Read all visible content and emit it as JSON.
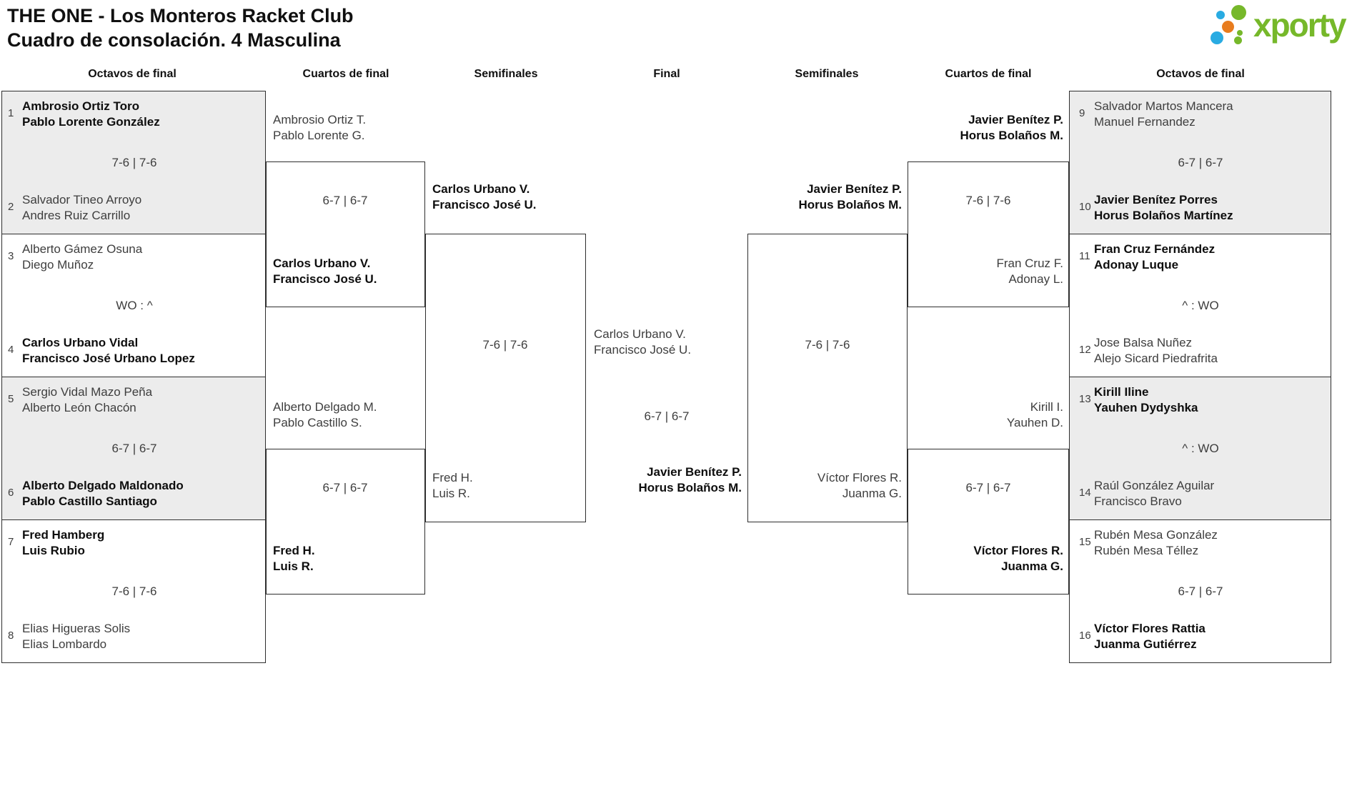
{
  "title": {
    "line1": "THE ONE - Los Monteros Racket Club",
    "line2": "Cuadro de consolación. 4 Masculina"
  },
  "logo": {
    "text": "xporty",
    "colors": {
      "green": "#76b82a",
      "blue": "#29abe2",
      "orange": "#e87c1e"
    }
  },
  "colors": {
    "box_fill_gray": "#ececec",
    "line": "#2e2e2e",
    "text": "#3e3e3e",
    "winner_text": "#0e0e0e"
  },
  "headers": [
    "Octavos de final",
    "Cuartos de final",
    "Semifinales",
    "Final",
    "Semifinales",
    "Cuartos de final",
    "Octavos de final"
  ],
  "r16": {
    "left": [
      {
        "seedA": "1",
        "teamA": [
          "Ambrosio Ortiz Toro",
          "Pablo Lorente González"
        ],
        "boldA": true,
        "score": "7-6 | 7-6",
        "seedB": "2",
        "teamB": [
          "Salvador Tineo Arroyo",
          "Andres Ruiz Carrillo"
        ],
        "boldB": false
      },
      {
        "seedA": "3",
        "teamA": [
          "Alberto Gámez Osuna",
          "Diego Muñoz"
        ],
        "boldA": false,
        "score": "WO : ^",
        "seedB": "4",
        "teamB": [
          "Carlos Urbano Vidal",
          "Francisco José Urbano Lopez"
        ],
        "boldB": true
      },
      {
        "seedA": "5",
        "teamA": [
          "Sergio Vidal Mazo Peña",
          "Alberto León Chacón"
        ],
        "boldA": false,
        "score": "6-7 | 6-7",
        "seedB": "6",
        "teamB": [
          "Alberto Delgado Maldonado",
          "Pablo Castillo Santiago"
        ],
        "boldB": true
      },
      {
        "seedA": "7",
        "teamA": [
          "Fred Hamberg",
          "Luis Rubio"
        ],
        "boldA": true,
        "score": "7-6 | 7-6",
        "seedB": "8",
        "teamB": [
          "Elias Higueras Solis",
          "Elias Lombardo"
        ],
        "boldB": false
      }
    ],
    "right": [
      {
        "seedA": "9",
        "teamA": [
          "Salvador Martos Mancera",
          "Manuel Fernandez"
        ],
        "boldA": false,
        "score": "6-7 | 6-7",
        "seedB": "10",
        "teamB": [
          "Javier Benítez Porres",
          "Horus Bolaños Martínez"
        ],
        "boldB": true
      },
      {
        "seedA": "11",
        "teamA": [
          "Fran Cruz Fernández",
          "Adonay Luque"
        ],
        "boldA": true,
        "score": "^ : WO",
        "seedB": "12",
        "teamB": [
          "Jose Balsa Nuñez",
          "Alejo Sicard Piedrafrita"
        ],
        "boldB": false
      },
      {
        "seedA": "13",
        "teamA": [
          "Kirill Iline",
          "Yauhen Dydyshka"
        ],
        "boldA": true,
        "score": "^ : WO",
        "seedB": "14",
        "teamB": [
          "Raúl González Aguilar",
          "Francisco Bravo"
        ],
        "boldB": false
      },
      {
        "seedA": "15",
        "teamA": [
          "Rubén Mesa González",
          "Rubén Mesa Téllez"
        ],
        "boldA": false,
        "score": "6-7 | 6-7",
        "seedB": "16",
        "teamB": [
          "Víctor Flores Rattia",
          "Juanma Gutiérrez"
        ],
        "boldB": true
      }
    ]
  },
  "qf": {
    "left": [
      {
        "top": {
          "lines": [
            "Ambrosio Ortiz T.",
            "Pablo Lorente G."
          ],
          "bold": false
        },
        "score": "6-7 | 6-7",
        "bottom": {
          "lines": [
            "Carlos Urbano V.",
            "Francisco José U."
          ],
          "bold": true
        }
      },
      {
        "top": {
          "lines": [
            "Alberto Delgado M.",
            "Pablo Castillo S."
          ],
          "bold": false
        },
        "score": "6-7 | 6-7",
        "bottom": {
          "lines": [
            "Fred H.",
            "Luis R."
          ],
          "bold": true
        }
      }
    ],
    "right": [
      {
        "top": {
          "lines": [
            "Javier Benítez P.",
            "Horus Bolaños M."
          ],
          "bold": true
        },
        "score": "7-6 | 7-6",
        "bottom": {
          "lines": [
            "Fran Cruz F.",
            "Adonay L."
          ],
          "bold": false
        }
      },
      {
        "top": {
          "lines": [
            "Kirill I.",
            "Yauhen D."
          ],
          "bold": false
        },
        "score": "6-7 | 6-7",
        "bottom": {
          "lines": [
            "Víctor Flores R.",
            "Juanma G."
          ],
          "bold": true
        }
      }
    ]
  },
  "sf": {
    "left": {
      "top": {
        "lines": [
          "Carlos Urbano V.",
          "Francisco José U."
        ],
        "bold": true
      },
      "score": "7-6 | 7-6",
      "bottom": {
        "lines": [
          "Fred H.",
          "Luis R."
        ],
        "bold": false
      }
    },
    "right": {
      "top": {
        "lines": [
          "Javier Benítez P.",
          "Horus Bolaños M."
        ],
        "bold": true
      },
      "score": "7-6 | 7-6",
      "bottom": {
        "lines": [
          "Víctor Flores R.",
          "Juanma G."
        ],
        "bold": false
      }
    }
  },
  "final": {
    "top": {
      "lines": [
        "Carlos Urbano V.",
        "Francisco José U."
      ],
      "bold": false
    },
    "score": "6-7 | 6-7",
    "bottom": {
      "lines": [
        "Javier Benítez P.",
        "Horus Bolaños M."
      ],
      "bold": true
    }
  }
}
